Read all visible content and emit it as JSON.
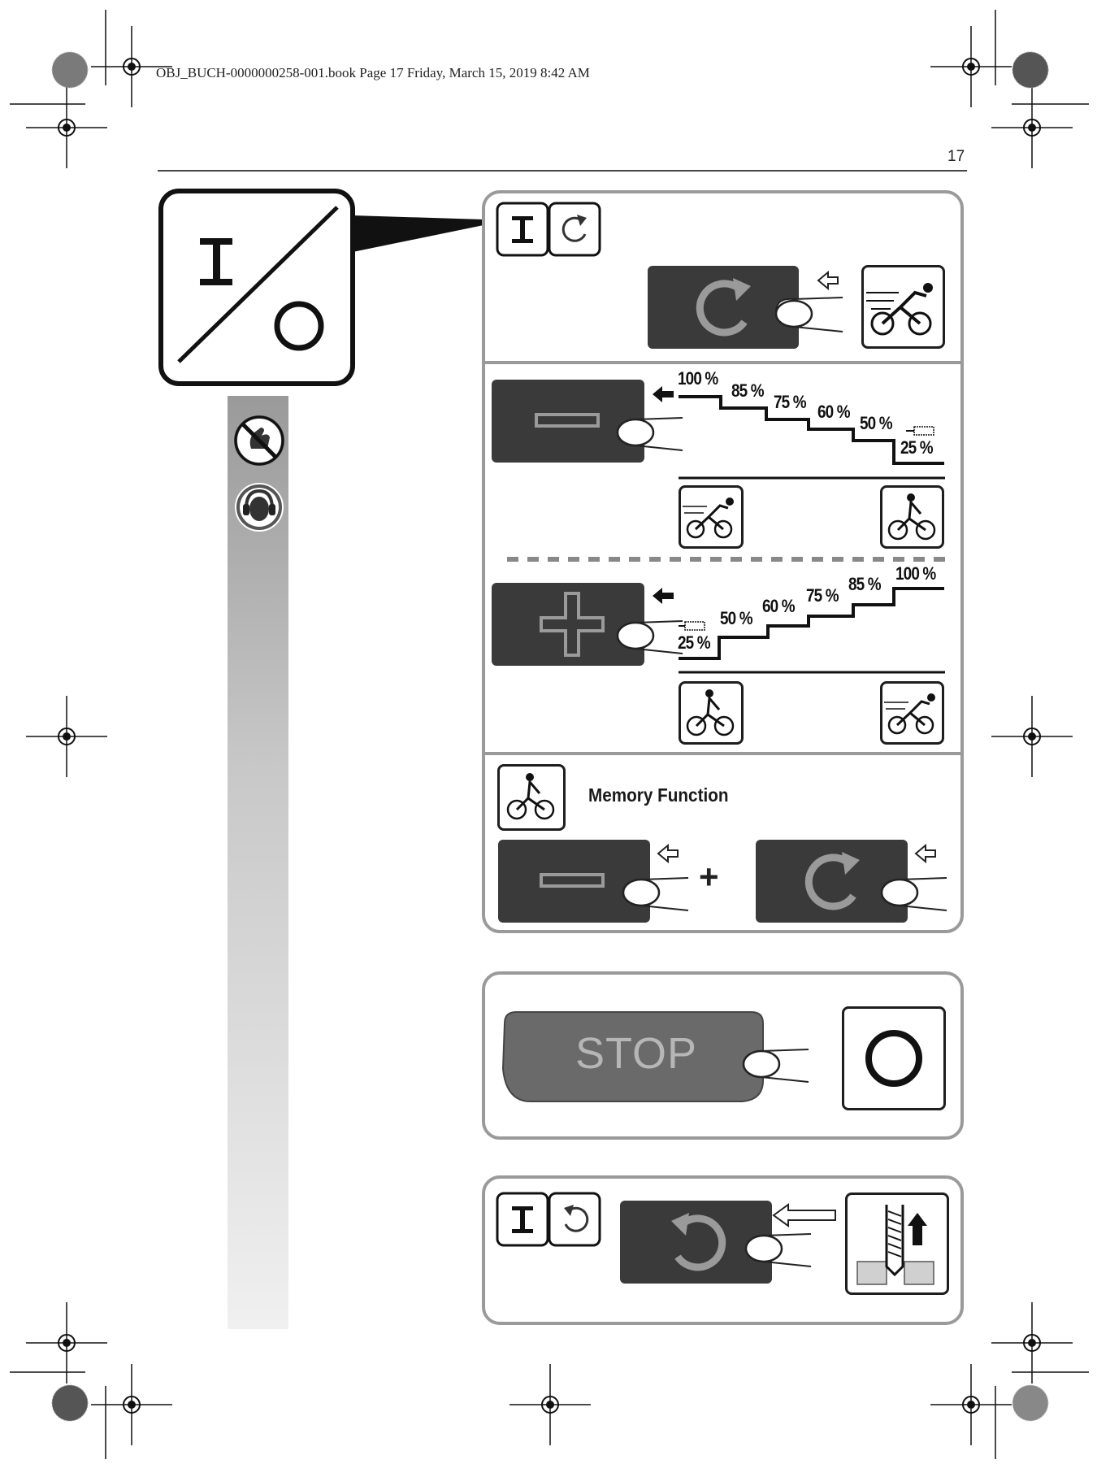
{
  "header": {
    "file_info": "OBJ_BUCH-0000000258-001.book  Page 17  Friday, March 15, 2019  8:42 AM",
    "page_number": "17"
  },
  "power_symbol": {
    "label": "I / O"
  },
  "speed_down_levels": [
    "100 %",
    "85 %",
    "75 %",
    "60 %",
    "50 %",
    "25 %"
  ],
  "speed_up_levels": [
    "25 %",
    "50 %",
    "60 %",
    "75 %",
    "85 %",
    "100 %"
  ],
  "memory": {
    "label": "Memory Function",
    "plus": "+"
  },
  "stop": {
    "label": "STOP"
  },
  "icons": [
    "on-off-icon",
    "forward-rotation-icon",
    "reverse-rotation-icon",
    "stop-icon",
    "fast-cyclist-icon",
    "slow-cyclist-icon",
    "finger-icon",
    "gloves-prohibited-icon",
    "ear-protection-icon",
    "drill-retract-icon",
    "crop-mark-icon",
    "registration-target-icon"
  ]
}
